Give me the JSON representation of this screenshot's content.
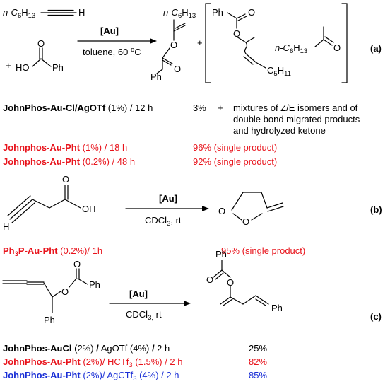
{
  "panel_a": {
    "label": "(a)",
    "reactant1": {
      "prefix": "n-C",
      "sub1": "6",
      "mid": "H",
      "sub2": "13",
      "end": "H"
    },
    "reactant2": {
      "plus": "+",
      "ho": "HO",
      "o": "O",
      "ph": "Ph"
    },
    "catalyst": "[Au]",
    "conditions": {
      "text": "toluene, 60 ",
      "sup": "o",
      "end": "C"
    },
    "product": {
      "chain_prefix": "n-C",
      "chain_sub1": "6",
      "chain_mid": "H",
      "chain_sub2": "13",
      "o": "O",
      "ph": "Ph"
    },
    "plus": "+",
    "byproducts": {
      "ph": "Ph",
      "o1": "O",
      "o2": "O",
      "pentyl": {
        "pre": "C",
        "sub1": "5",
        "mid": "H",
        "sub2": "11"
      },
      "ketone_chain": {
        "pre": "n-C",
        "sub1": "6",
        "mid": "H",
        "sub2": "13"
      },
      "ketone_o": "O"
    },
    "rows": [
      {
        "cat": "JohnPhos-Au-Cl/AgOTf",
        "load": " (1%) / 12 h",
        "yield": "3%",
        "plus": "+",
        "notes": [
          "mixtures of Z/E isomers and of",
          "double bond migrated products",
          "and hydrolyzed ketone"
        ]
      },
      {
        "cat": "Johnphos-Au-Pht",
        "load": " (1%) / 18 h",
        "yield": "96% (single product)"
      },
      {
        "cat": "Johnphos-Au-Pht",
        "load": " (0.2%) / 48 h",
        "yield": "92% (single product)"
      }
    ]
  },
  "panel_b": {
    "label": "(b)",
    "h": "H",
    "oh": "OH",
    "o_acid": "O",
    "catalyst": "[Au]",
    "conditions": {
      "pre": "CDCl",
      "sub": "3",
      "end": ", rt"
    },
    "ring_o": "O",
    "exo_o": "O",
    "row": {
      "cat_pre": "Ph",
      "cat_sub": "3",
      "cat_end": "P-Au-Pht",
      "load": " (0.2%)/  1h",
      "yield": "95% (single product)"
    }
  },
  "panel_c": {
    "label": "(c)",
    "ph1": "Ph",
    "ph2": "Ph",
    "o1": "O",
    "o2": "O",
    "catalyst": "[Au]",
    "conditions": {
      "pre": "CDCl",
      "sub": "3,",
      "end": " rt"
    },
    "prod_ph1": "Ph",
    "prod_ph2": "Ph",
    "prod_o1": "O",
    "prod_o2": "O",
    "rows": [
      {
        "cat": "JohnPhos-AuCl",
        "a": " (2%) ",
        "sep1": "/",
        "b": " AgOTf (4%) ",
        "sep2": "/",
        "c": " 2 h",
        "yield": "25%"
      },
      {
        "cat": "JohnPhos-Au-Pht",
        "a": " (2%)/ HCTf",
        "sub": "3",
        "c": " (1.5%) / 2 h",
        "yield": "82%"
      },
      {
        "cat": "JohnPhos-Au-Pht",
        "a": " (2%)/ AgCTf",
        "sub": "3",
        "c": " (4%) / 2 h",
        "yield": "85%"
      }
    ]
  },
  "colors": {
    "red": "#e8141c",
    "blue": "#1a2fd6",
    "black": "#000000"
  }
}
